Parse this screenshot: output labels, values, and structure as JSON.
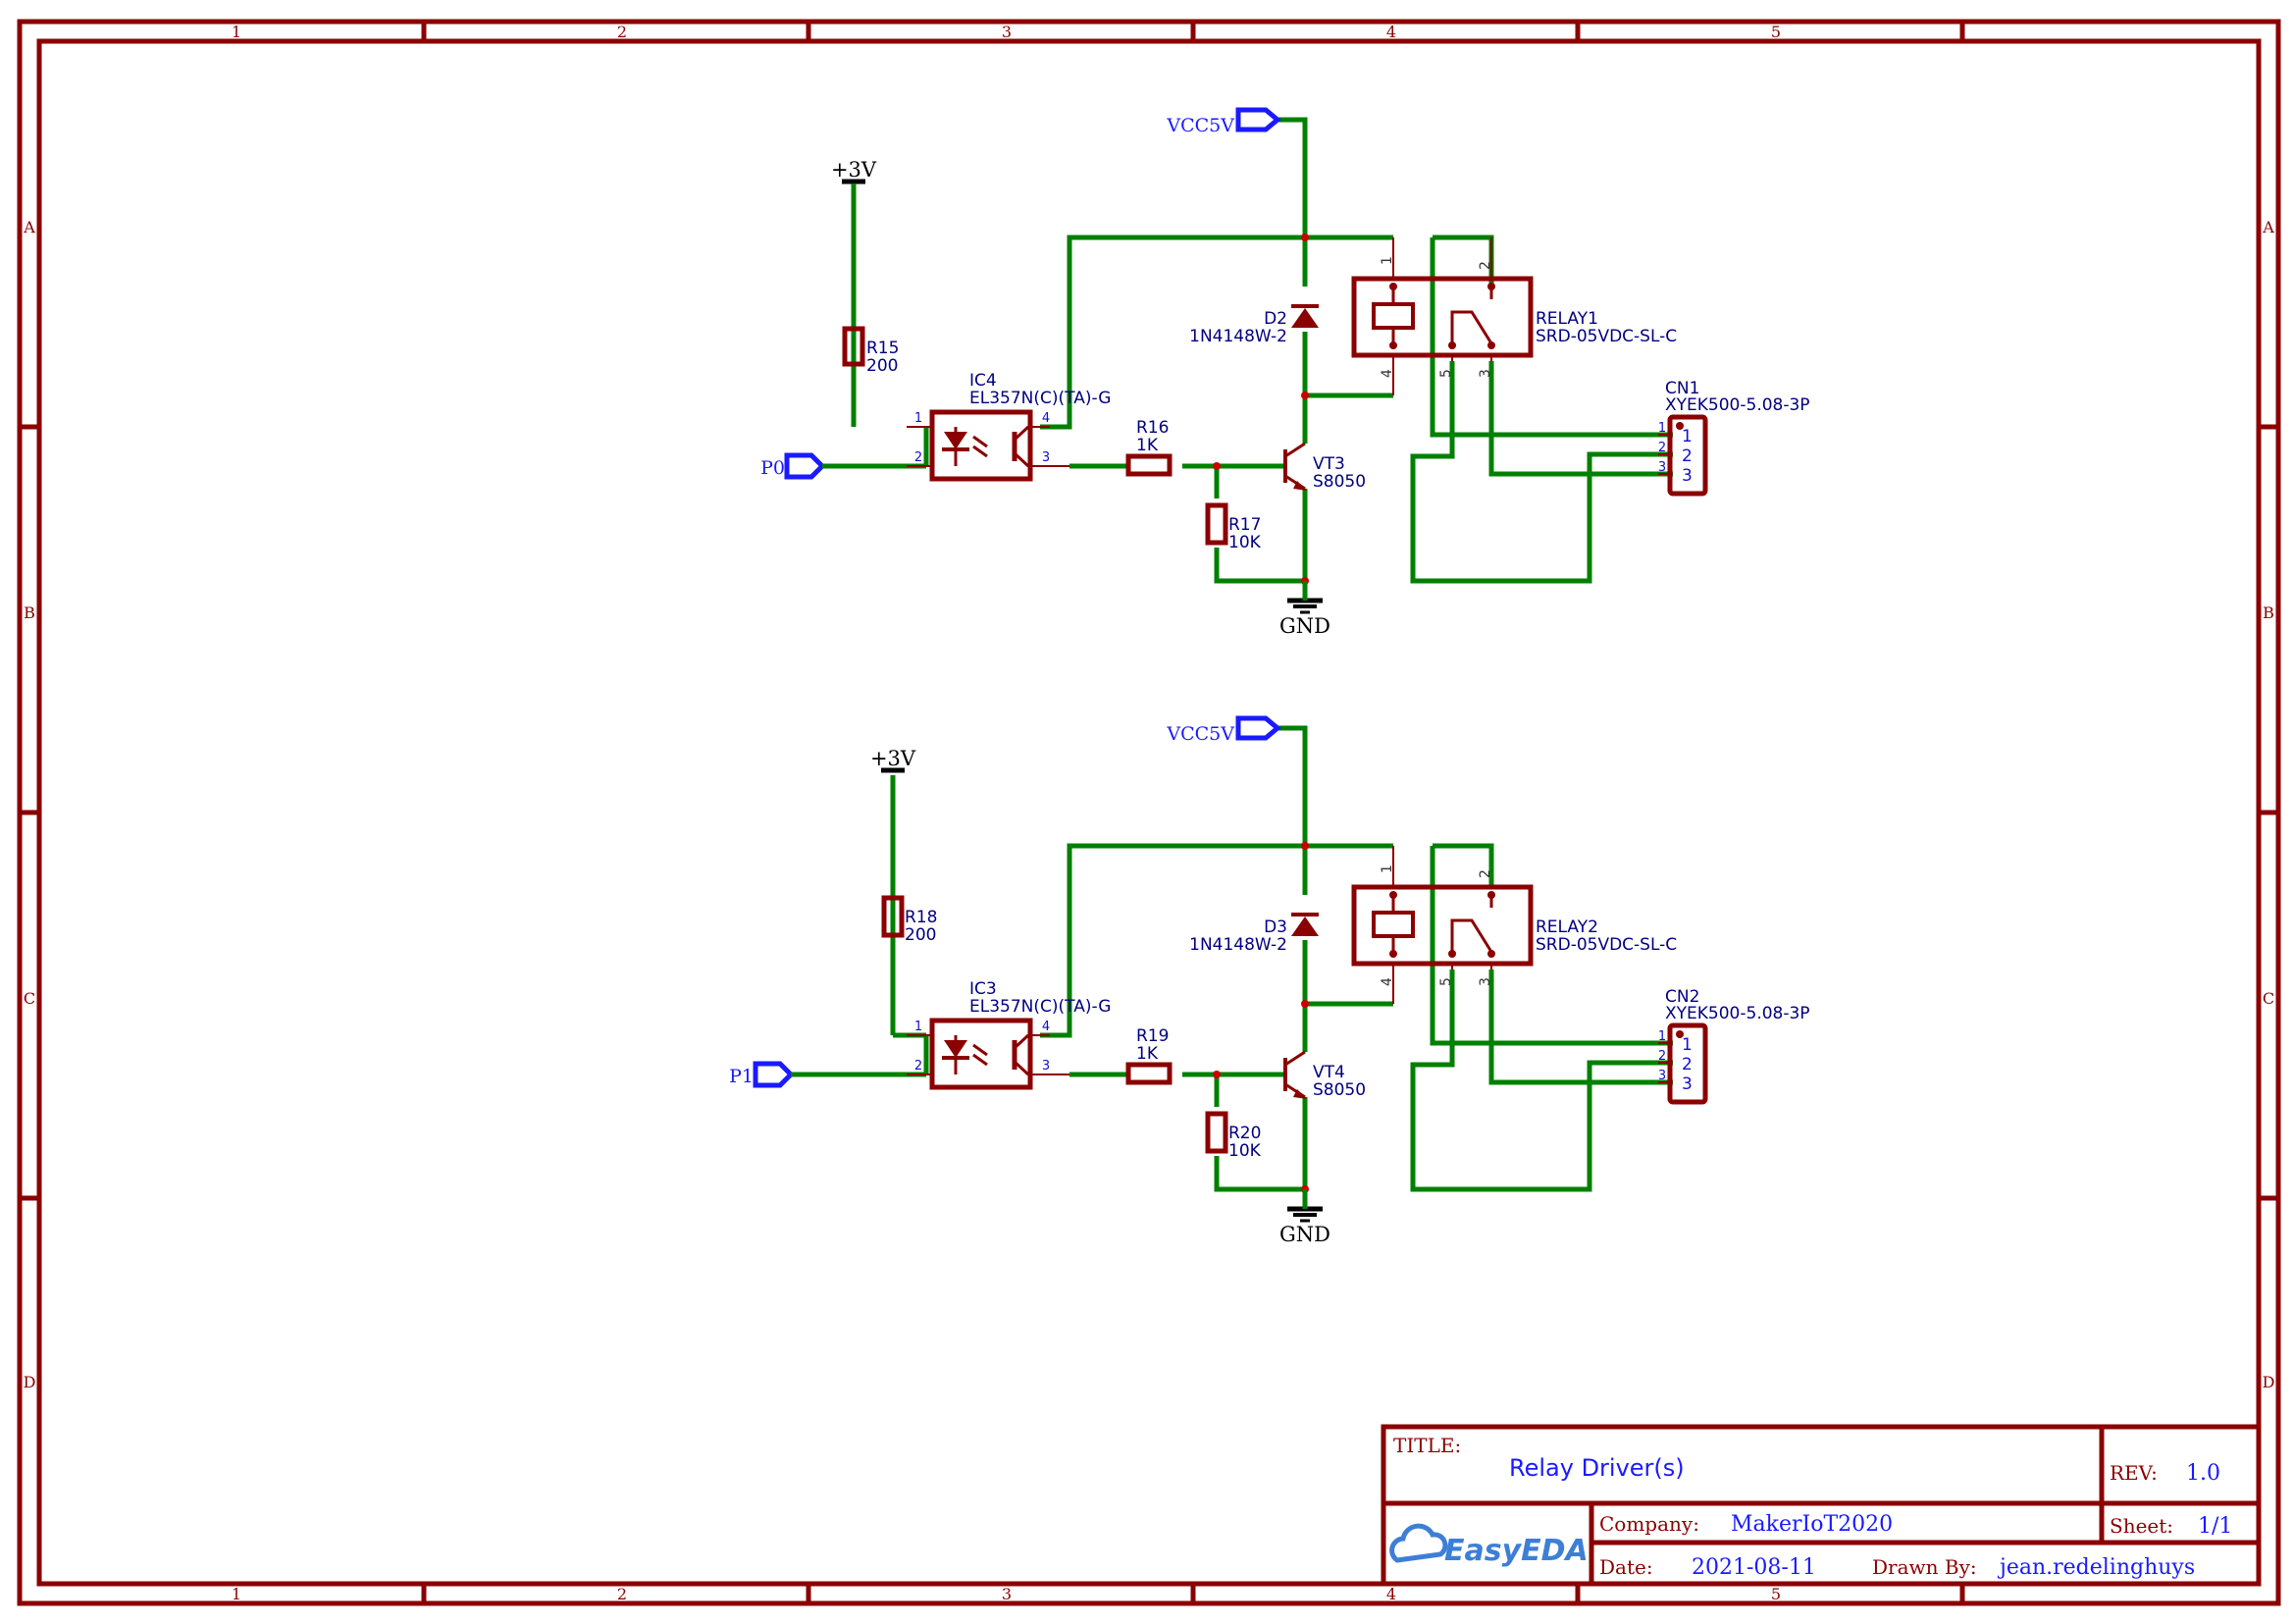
{
  "title_block": {
    "title_key": "TITLE:",
    "title_value": "Relay Driver(s)",
    "rev_key": "REV:",
    "rev_value": "1.0",
    "company_key": "Company:",
    "company_value": "MakerIoT2020",
    "sheet_key": "Sheet:",
    "sheet_value": "1/1",
    "date_key": "Date:",
    "date_value": "2021-08-11",
    "drawn_key": "Drawn By:",
    "drawn_value": "jean.redelinghuys",
    "logo_text": "EasyEDA"
  },
  "frame": {
    "columns": [
      "1",
      "2",
      "3",
      "4",
      "5"
    ],
    "rows": [
      "A",
      "B",
      "C",
      "D"
    ]
  },
  "circuits": [
    {
      "input_net": "P0",
      "supply_3v": "+3V",
      "supply_5v": "VCC5V",
      "ground": "GND",
      "pullup": {
        "ref": "R15",
        "value": "200"
      },
      "opto": {
        "ref": "IC4",
        "value": "EL357N(C)(TA)-G",
        "pins": [
          "1",
          "2",
          "3",
          "4"
        ]
      },
      "base_res": {
        "ref": "R16",
        "value": "1K"
      },
      "pulldown": {
        "ref": "R17",
        "value": "10K"
      },
      "transistor": {
        "ref": "VT3",
        "value": "S8050"
      },
      "diode": {
        "ref": "D2",
        "value": "1N4148W-2"
      },
      "relay": {
        "ref": "RELAY1",
        "value": "SRD-05VDC-SL-C",
        "pins": [
          "1",
          "2",
          "4",
          "5",
          "3"
        ]
      },
      "connector": {
        "ref": "CN1",
        "value": "XYEK500-5.08-3P",
        "pins": [
          "1",
          "2",
          "3"
        ]
      }
    },
    {
      "input_net": "P1",
      "supply_3v": "+3V",
      "supply_5v": "VCC5V",
      "ground": "GND",
      "pullup": {
        "ref": "R18",
        "value": "200"
      },
      "opto": {
        "ref": "IC3",
        "value": "EL357N(C)(TA)-G",
        "pins": [
          "1",
          "2",
          "3",
          "4"
        ]
      },
      "base_res": {
        "ref": "R19",
        "value": "1K"
      },
      "pulldown": {
        "ref": "R20",
        "value": "10K"
      },
      "transistor": {
        "ref": "VT4",
        "value": "S8050"
      },
      "diode": {
        "ref": "D3",
        "value": "1N4148W-2"
      },
      "relay": {
        "ref": "RELAY2",
        "value": "SRD-05VDC-SL-C",
        "pins": [
          "1",
          "2",
          "4",
          "5",
          "3"
        ]
      },
      "connector": {
        "ref": "CN2",
        "value": "XYEK500-5.08-3P",
        "pins": [
          "1",
          "2",
          "3"
        ]
      }
    }
  ]
}
